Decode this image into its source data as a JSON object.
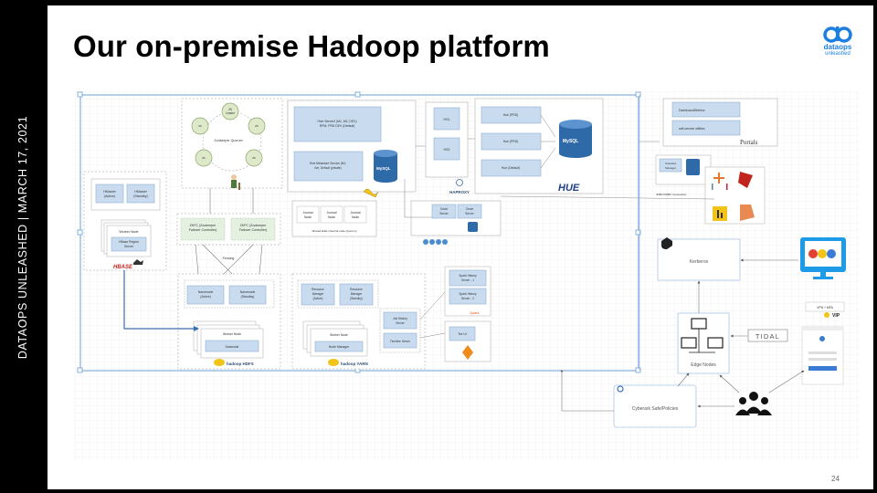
{
  "slide": {
    "side_label": "DATAOPS UNLEASHED  |  MARCH 17, 2021",
    "title": "Our on-premise Hadoop platform",
    "page_number": "24",
    "logo": {
      "line1": "dataops",
      "line2": "unleashed",
      "color": "#1c7fe0"
    }
  },
  "diagram": {
    "zookeeper": {
      "caption": "Zookeeper Quorum",
      "leader": "ZK\nLeader",
      "follower": "ZK\nFollower"
    },
    "hbase": {
      "master_active": "HMaster\n(Active)",
      "master_standby": "HMaster\n(Standby)",
      "worker": "Worker Node",
      "region_server": "HBase Region\nServer",
      "logo": "HBASE"
    },
    "zkfc": {
      "active": "ZKFC (Zookeeper\nFailover Controller)",
      "standby": "ZKFC (Zookeeper\nFailover Controller)",
      "fencing": "Fencing"
    },
    "hive": {
      "server": "Hive Server2 (M1, M2, DEV)\nRPM, PRD DEV (Default)",
      "metastore": "Hive Metastore Service (M1,\nlive, Default (private)",
      "mysql": "MySQL"
    },
    "journal": {
      "node": "Journal\nNode",
      "caption": "Shared Edits (Journal node Quorum)"
    },
    "haproxy": {
      "hs1": "HS1",
      "hs2": "HS2",
      "label": "HAPROXY"
    },
    "hue": {
      "host1": "Hue (PRD)",
      "host2": "Hue (PRD)",
      "host3": "Hue (Default)",
      "logo": "HUE"
    },
    "oozie": {
      "server1": "Oozie\nServer",
      "server2": "Oozie\nServer",
      "logo": "OOZIE"
    },
    "hdfs": {
      "nn_active": "Namenode\n(Active)",
      "nn_standby": "Namenode\n(Standby)",
      "worker": "Worker Node",
      "datanode": "Datanode",
      "logo": "hadoop HDFS"
    },
    "yarn": {
      "rm_active": "Resource\nManager\n(Active)",
      "rm_standby": "Resource\nManager\n(Standby)",
      "worker": "Worker Node",
      "node_manager": "Node Manager",
      "job_history": "Job History\nServer",
      "timeline": "Timeline Server",
      "logo": "hadoop YARN"
    },
    "spark": {
      "hs1": "Spark History\nServer - 1",
      "hs2": "Spark History\nServer - 2",
      "logo": "Spark"
    },
    "tez": {
      "ui": "Tez UI",
      "logo": "Tez"
    },
    "portals": {
      "dashboard": "Dashboard/Metrics",
      "self_service": "self-service utilities",
      "label": "Portals"
    },
    "cloudera": {
      "manager": "Cloudera\nManager",
      "connection": "JDBC/ODBC Connection"
    },
    "kerberos": "Kerberos",
    "edge": {
      "label": "Edge Nodes",
      "tidal": "TIDAL"
    },
    "cyberark": "Cyberark Safe/Policies",
    "vpn": {
      "label": "VPN + MFA",
      "badge": "VIP"
    }
  }
}
